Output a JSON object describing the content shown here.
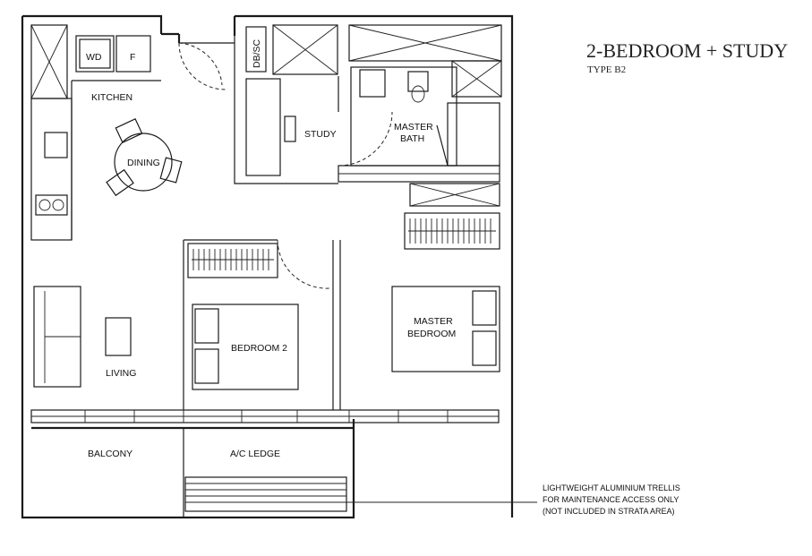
{
  "title": {
    "main": "2-BEDROOM + STUDY",
    "type": "TYPE B2"
  },
  "rooms": {
    "wd": "WD",
    "fridge": "F",
    "db_sc": "DB/SC",
    "kitchen": "KITCHEN",
    "dining": "DINING",
    "study": "STUDY",
    "master_bath_line1": "MASTER",
    "master_bath_line2": "BATH",
    "living": "LIVING",
    "bedroom2": "BEDROOM 2",
    "master_bedroom_line1": "MASTER",
    "master_bedroom_line2": "BEDROOM",
    "balcony": "BALCONY",
    "ac_ledge": "A/C LEDGE"
  },
  "trellis_note": {
    "line1": "LIGHTWEIGHT ALUMINIUM TRELLIS",
    "line2": "FOR MAINTENANCE ACCESS ONLY",
    "line3": "(NOT INCLUDED IN STRATA AREA)"
  }
}
